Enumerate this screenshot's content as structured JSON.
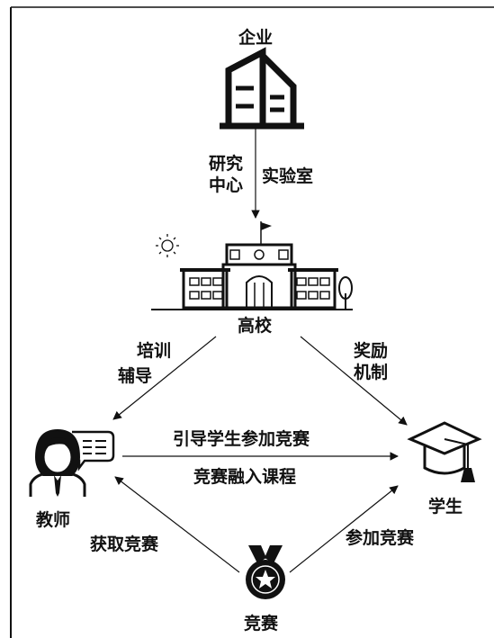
{
  "nodes": {
    "enterprise": "企业",
    "university": "高校",
    "teacher": "教师",
    "student": "学生",
    "competition": "竞赛"
  },
  "edges": {
    "enterprise_to_university_left": [
      "研究",
      "中心"
    ],
    "enterprise_to_university_right": "实验室",
    "university_to_teacher": [
      "培训",
      "辅导"
    ],
    "university_to_student": [
      "奖励",
      "机制"
    ],
    "teacher_to_student_top": "引导学生参加竞赛",
    "teacher_to_student_bottom": "竞赛融入课程",
    "competition_to_teacher": "获取竞赛",
    "competition_to_student": "参加竞赛"
  },
  "icons": {
    "enterprise": "office-building-icon",
    "university": "school-building-icon",
    "sun": "sun-icon",
    "tree": "tree-icon",
    "teacher": "teacher-icon",
    "student": "graduation-cap-icon",
    "competition": "medal-icon"
  },
  "colors": {
    "stroke": "#111111",
    "background": "#ffffff"
  }
}
